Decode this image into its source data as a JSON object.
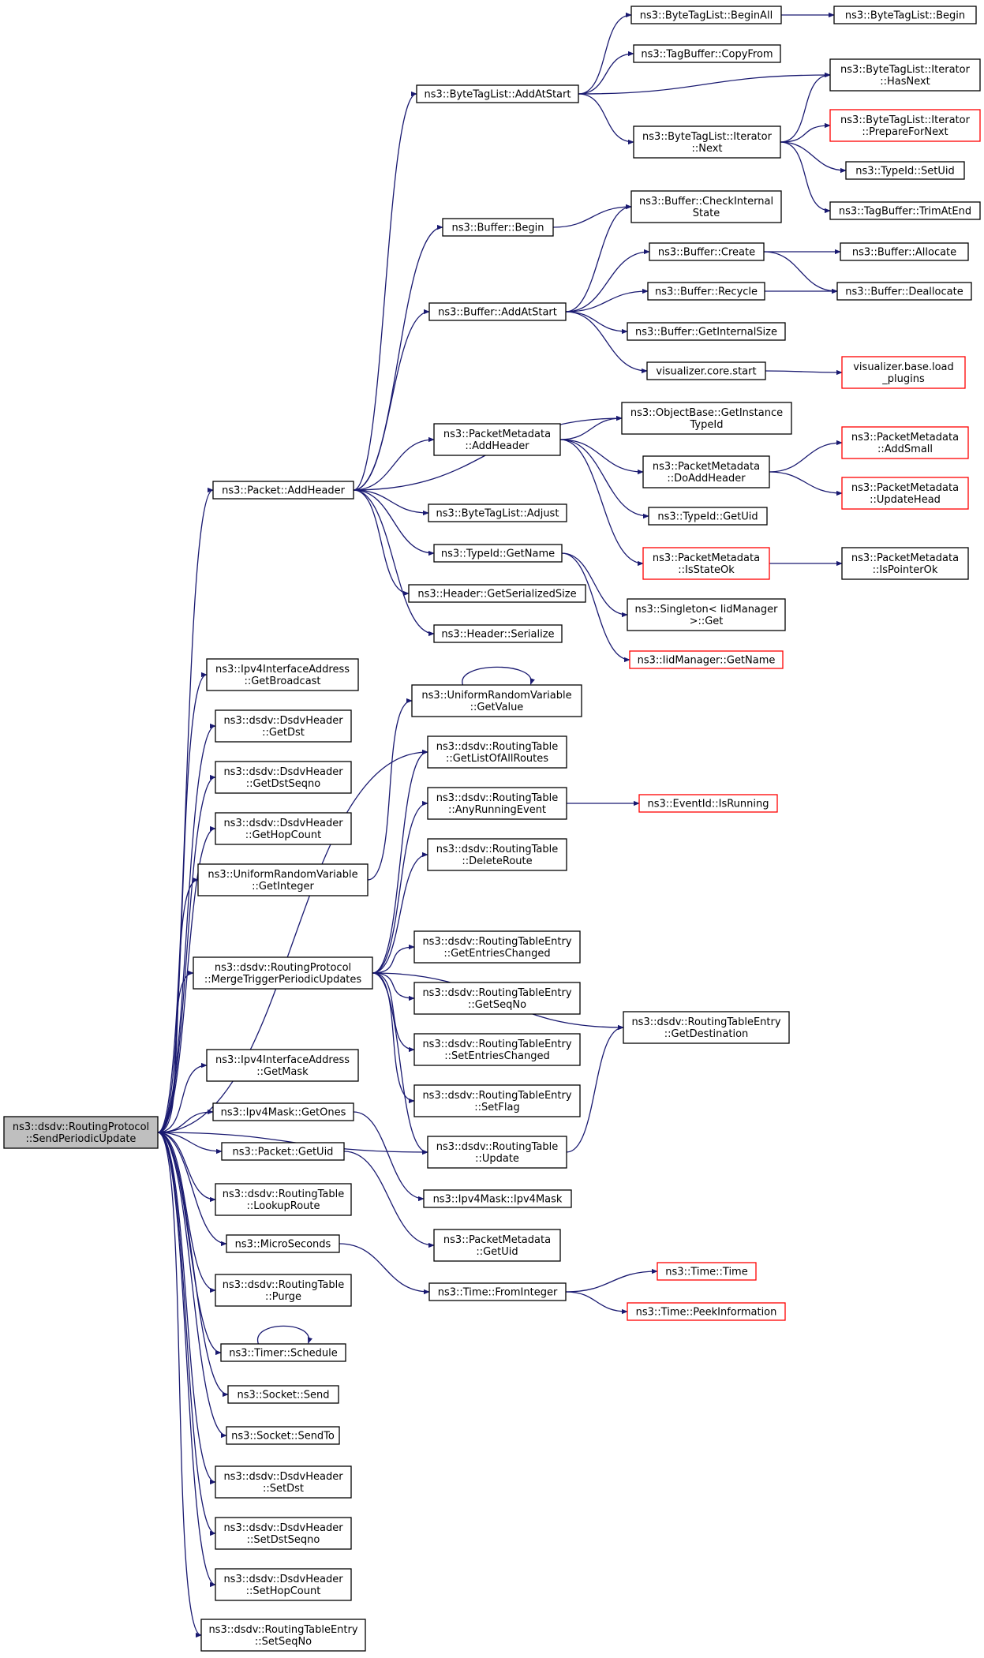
{
  "graph_title": "",
  "nodes": {
    "root": [
      "ns3::dsdv::RoutingProtocol",
      "::SendPeriodicUpdate"
    ],
    "addheader": [
      "ns3::Packet::AddHeader"
    ],
    "getbroadcast": [
      "ns3::Ipv4InterfaceAddress",
      "::GetBroadcast"
    ],
    "getdst": [
      "ns3::dsdv::DsdvHeader",
      "::GetDst"
    ],
    "getdstseqno": [
      "ns3::dsdv::DsdvHeader",
      "::GetDstSeqno"
    ],
    "gethopcount": [
      "ns3::dsdv::DsdvHeader",
      "::GetHopCount"
    ],
    "getinteger": [
      "ns3::UniformRandomVariable",
      "::GetInteger"
    ],
    "merge": [
      "ns3::dsdv::RoutingProtocol",
      "::MergeTriggerPeriodicUpdates"
    ],
    "getmask": [
      "ns3::Ipv4InterfaceAddress",
      "::GetMask"
    ],
    "getones": [
      "ns3::Ipv4Mask::GetOnes"
    ],
    "packet_getuid": [
      "ns3::Packet::GetUid"
    ],
    "lookuproute": [
      "ns3::dsdv::RoutingTable",
      "::LookupRoute"
    ],
    "microseconds": [
      "ns3::MicroSeconds"
    ],
    "purge": [
      "ns3::dsdv::RoutingTable",
      "::Purge"
    ],
    "schedule": [
      "ns3::Timer::Schedule"
    ],
    "send": [
      "ns3::Socket::Send"
    ],
    "sendto": [
      "ns3::Socket::SendTo"
    ],
    "setdst": [
      "ns3::dsdv::DsdvHeader",
      "::SetDst"
    ],
    "setdstseqno": [
      "ns3::dsdv::DsdvHeader",
      "::SetDstSeqno"
    ],
    "sethopcount": [
      "ns3::dsdv::DsdvHeader",
      "::SetHopCount"
    ],
    "setseqno": [
      "ns3::dsdv::RoutingTableEntry",
      "::SetSeqNo"
    ],
    "btl_addatstart": [
      "ns3::ByteTagList::AddAtStart"
    ],
    "buffer_begin": [
      "ns3::Buffer::Begin"
    ],
    "buffer_addatstart": [
      "ns3::Buffer::AddAtStart"
    ],
    "pm_addheader": [
      "ns3::PacketMetadata",
      "::AddHeader"
    ],
    "btl_adjust": [
      "ns3::ByteTagList::Adjust"
    ],
    "typeid_getname": [
      "ns3::TypeId::GetName"
    ],
    "header_getsersize": [
      "ns3::Header::GetSerializedSize"
    ],
    "header_serialize": [
      "ns3::Header::Serialize"
    ],
    "urv_getvalue": [
      "ns3::UniformRandomVariable",
      "::GetValue"
    ],
    "rt_getlistofallroutes": [
      "ns3::dsdv::RoutingTable",
      "::GetListOfAllRoutes"
    ],
    "rt_anyrunningevent": [
      "ns3::dsdv::RoutingTable",
      "::AnyRunningEvent"
    ],
    "rt_deleteroute": [
      "ns3::dsdv::RoutingTable",
      "::DeleteRoute"
    ],
    "rte_getentrieschanged": [
      "ns3::dsdv::RoutingTableEntry",
      "::GetEntriesChanged"
    ],
    "rte_getseqno": [
      "ns3::dsdv::RoutingTableEntry",
      "::GetSeqNo"
    ],
    "rte_setentrieschanged": [
      "ns3::dsdv::RoutingTableEntry",
      "::SetEntriesChanged"
    ],
    "rte_setflag": [
      "ns3::dsdv::RoutingTableEntry",
      "::SetFlag"
    ],
    "rt_update": [
      "ns3::dsdv::RoutingTable",
      "::Update"
    ],
    "ipv4mask_ctor": [
      "ns3::Ipv4Mask::Ipv4Mask"
    ],
    "pm_getuid": [
      "ns3::PacketMetadata",
      "::GetUid"
    ],
    "time_frominteger": [
      "ns3::Time::FromInteger"
    ],
    "btl_beginall": [
      "ns3::ByteTagList::BeginAll"
    ],
    "btl_begin": [
      "ns3::ByteTagList::Begin"
    ],
    "tagbuffer_copyfrom": [
      "ns3::TagBuffer::CopyFrom"
    ],
    "btl_it_hasnext": [
      "ns3::ByteTagList::Iterator",
      "::HasNext"
    ],
    "btl_it_prepare": [
      "ns3::ByteTagList::Iterator",
      "::PrepareForNext"
    ],
    "btl_it_next": [
      "ns3::ByteTagList::Iterator",
      "::Next"
    ],
    "typeid_setuid": [
      "ns3::TypeId::SetUid"
    ],
    "tagbuffer_trim": [
      "ns3::TagBuffer::TrimAtEnd"
    ],
    "buffer_checkinternal": [
      "ns3::Buffer::CheckInternal",
      "State"
    ],
    "buffer_create": [
      "ns3::Buffer::Create"
    ],
    "buffer_allocate": [
      "ns3::Buffer::Allocate"
    ],
    "buffer_recycle": [
      "ns3::Buffer::Recycle"
    ],
    "buffer_deallocate": [
      "ns3::Buffer::Deallocate"
    ],
    "buffer_getinternalsize": [
      "ns3::Buffer::GetInternalSize"
    ],
    "viz_core_start": [
      "visualizer.core.start"
    ],
    "viz_load_plugins": [
      "visualizer.base.load",
      "_plugins"
    ],
    "objbase_getinstance": [
      "ns3::ObjectBase::GetInstance",
      "TypeId"
    ],
    "pm_doaddheader": [
      "ns3::PacketMetadata",
      "::DoAddHeader"
    ],
    "pm_addsmall": [
      "ns3::PacketMetadata",
      "::AddSmall"
    ],
    "pm_updatehead": [
      "ns3::PacketMetadata",
      "::UpdateHead"
    ],
    "typeid_getuid": [
      "ns3::TypeId::GetUid"
    ],
    "pm_isstateok": [
      "ns3::PacketMetadata",
      "::IsStateOk"
    ],
    "pm_ispointerok": [
      "ns3::PacketMetadata",
      "::IsPointerOk"
    ],
    "singleton_get": [
      "ns3::Singleton< IidManager",
      ">::Get"
    ],
    "iidmanager_getname": [
      "ns3::IidManager::GetName"
    ],
    "eventid_isrunning": [
      "ns3::EventId::IsRunning"
    ],
    "rte_getdestination": [
      "ns3::dsdv::RoutingTableEntry",
      "::GetDestination"
    ],
    "time_time": [
      "ns3::Time::Time"
    ],
    "time_peekinfo": [
      "ns3::Time::PeekInformation"
    ]
  },
  "edges": [
    [
      "root",
      "addheader"
    ],
    [
      "root",
      "getbroadcast"
    ],
    [
      "root",
      "getdst"
    ],
    [
      "root",
      "getdstseqno"
    ],
    [
      "root",
      "gethopcount"
    ],
    [
      "root",
      "getinteger"
    ],
    [
      "root",
      "merge"
    ],
    [
      "root",
      "getmask"
    ],
    [
      "root",
      "getones"
    ],
    [
      "root",
      "packet_getuid"
    ],
    [
      "root",
      "lookuproute"
    ],
    [
      "root",
      "microseconds"
    ],
    [
      "root",
      "purge"
    ],
    [
      "root",
      "schedule"
    ],
    [
      "root",
      "send"
    ],
    [
      "root",
      "sendto"
    ],
    [
      "root",
      "setdst"
    ],
    [
      "root",
      "setdstseqno"
    ],
    [
      "root",
      "sethopcount"
    ],
    [
      "root",
      "setseqno"
    ],
    [
      "root",
      "rt_getlistofallroutes"
    ],
    [
      "root",
      "rt_update"
    ],
    [
      "addheader",
      "btl_addatstart"
    ],
    [
      "addheader",
      "buffer_begin"
    ],
    [
      "addheader",
      "buffer_addatstart"
    ],
    [
      "addheader",
      "objbase_getinstance"
    ],
    [
      "addheader",
      "pm_addheader"
    ],
    [
      "addheader",
      "btl_adjust"
    ],
    [
      "addheader",
      "typeid_getname"
    ],
    [
      "addheader",
      "header_getsersize"
    ],
    [
      "addheader",
      "header_serialize"
    ],
    [
      "getinteger",
      "urv_getvalue"
    ],
    [
      "merge",
      "rt_getlistofallroutes"
    ],
    [
      "merge",
      "rt_anyrunningevent"
    ],
    [
      "merge",
      "rt_deleteroute"
    ],
    [
      "merge",
      "rte_getentrieschanged"
    ],
    [
      "merge",
      "rte_getseqno"
    ],
    [
      "merge",
      "rte_setentrieschanged"
    ],
    [
      "merge",
      "rte_setflag"
    ],
    [
      "merge",
      "rt_update"
    ],
    [
      "merge",
      "rte_getdestination"
    ],
    [
      "getones",
      "ipv4mask_ctor"
    ],
    [
      "packet_getuid",
      "pm_getuid"
    ],
    [
      "microseconds",
      "time_frominteger"
    ],
    [
      "schedule",
      "schedule"
    ],
    [
      "urv_getvalue",
      "urv_getvalue"
    ],
    [
      "btl_addatstart",
      "btl_beginall"
    ],
    [
      "btl_addatstart",
      "tagbuffer_copyfrom"
    ],
    [
      "btl_addatstart",
      "btl_it_hasnext"
    ],
    [
      "btl_addatstart",
      "btl_it_next"
    ],
    [
      "btl_beginall",
      "btl_begin"
    ],
    [
      "btl_it_next",
      "btl_it_hasnext"
    ],
    [
      "btl_it_next",
      "btl_it_prepare"
    ],
    [
      "btl_it_next",
      "typeid_setuid"
    ],
    [
      "btl_it_next",
      "tagbuffer_trim"
    ],
    [
      "buffer_begin",
      "buffer_checkinternal"
    ],
    [
      "buffer_addatstart",
      "buffer_checkinternal"
    ],
    [
      "buffer_addatstart",
      "buffer_create"
    ],
    [
      "buffer_addatstart",
      "buffer_recycle"
    ],
    [
      "buffer_addatstart",
      "buffer_getinternalsize"
    ],
    [
      "buffer_addatstart",
      "viz_core_start"
    ],
    [
      "buffer_create",
      "buffer_allocate"
    ],
    [
      "buffer_create",
      "buffer_deallocate"
    ],
    [
      "buffer_recycle",
      "buffer_deallocate"
    ],
    [
      "viz_core_start",
      "viz_load_plugins"
    ],
    [
      "pm_addheader",
      "objbase_getinstance"
    ],
    [
      "pm_addheader",
      "pm_doaddheader"
    ],
    [
      "pm_addheader",
      "typeid_getuid"
    ],
    [
      "pm_addheader",
      "pm_isstateok"
    ],
    [
      "pm_doaddheader",
      "pm_addsmall"
    ],
    [
      "pm_doaddheader",
      "pm_updatehead"
    ],
    [
      "pm_isstateok",
      "pm_ispointerok"
    ],
    [
      "typeid_getname",
      "singleton_get"
    ],
    [
      "typeid_getname",
      "iidmanager_getname"
    ],
    [
      "rt_anyrunningevent",
      "eventid_isrunning"
    ],
    [
      "rt_update",
      "rte_getdestination"
    ],
    [
      "time_frominteger",
      "time_time"
    ],
    [
      "time_frominteger",
      "time_peekinfo"
    ]
  ],
  "colors": {
    "edge": "#191970",
    "node_border": "#000000",
    "node_border_red": "#ff0000",
    "root_fill": "#bfbfbf"
  }
}
